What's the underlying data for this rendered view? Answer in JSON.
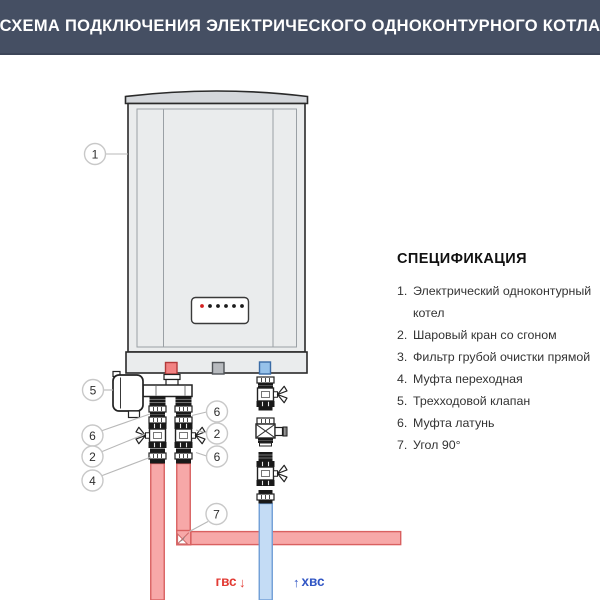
{
  "header": {
    "title": "СХЕМА ПОДКЛЮЧЕНИЯ ЭЛЕКТРИЧЕСКОГО ОДНОКОНТУРНОГО КОТЛА"
  },
  "spec": {
    "title": "СПЕЦИФИКАЦИЯ",
    "items": [
      {
        "num": "1.",
        "text": "Электрический одноконтурный котел"
      },
      {
        "num": "2.",
        "text": "Шаровый кран со сгоном"
      },
      {
        "num": "3.",
        "text": "Фильтр грубой очистки прямой"
      },
      {
        "num": "4.",
        "text": "Муфта переходная"
      },
      {
        "num": "5.",
        "text": "Трехходовой клапан"
      },
      {
        "num": "6.",
        "text": "Муфта латунь"
      },
      {
        "num": "7.",
        "text": "Угол 90°"
      }
    ]
  },
  "callouts": [
    {
      "n": "1"
    },
    {
      "n": "5"
    },
    {
      "n": "6"
    },
    {
      "n": "2"
    },
    {
      "n": "4"
    },
    {
      "n": "6"
    },
    {
      "n": "2"
    },
    {
      "n": "6"
    },
    {
      "n": "7"
    }
  ],
  "pipe_labels": {
    "hot": "гвс",
    "hot_arrow": "↓",
    "cold": "хвс",
    "cold_arrow": "↑"
  },
  "colors": {
    "header_bg": "#454f63",
    "hot_pipe": "#f7a8a8",
    "hot_stroke": "#d96060",
    "hot_label": "#e23b34",
    "cold_pipe": "#c4dcf5",
    "cold_stroke": "#6f9ed6",
    "cold_label": "#3156c4",
    "boiler_body": "#eaeced"
  }
}
